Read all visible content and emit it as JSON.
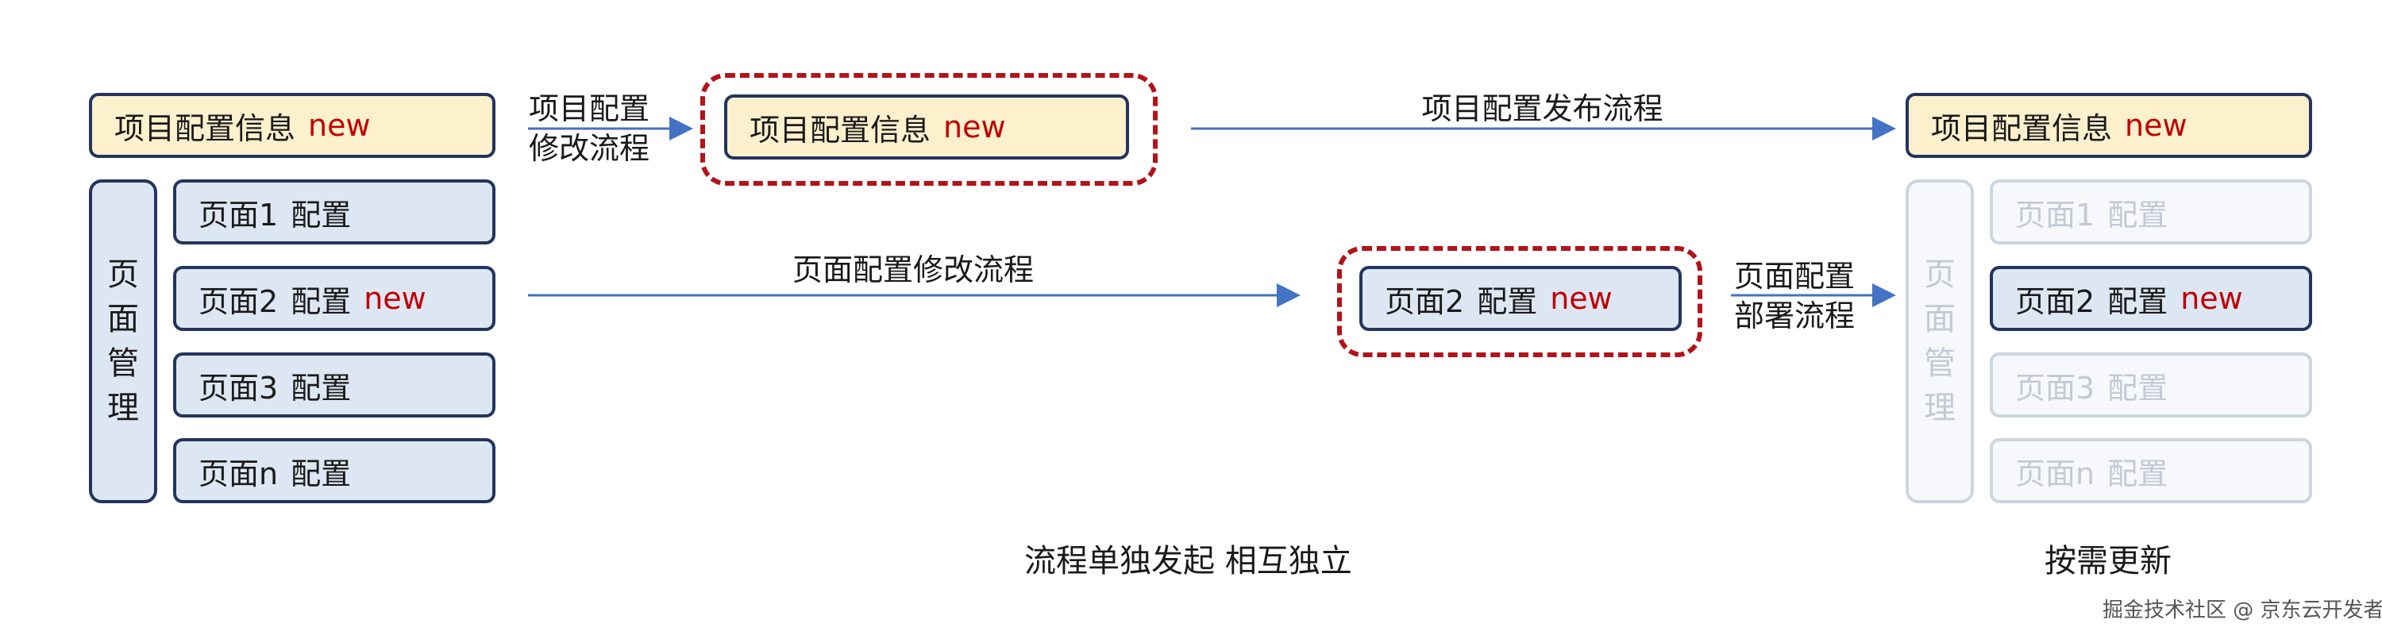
{
  "colors": {
    "border": "#23355e",
    "project_fill": "#fdf0cc",
    "page_fill": "#dde7f3",
    "new_text": "#c00000",
    "dash_border": "#b2131b",
    "arrow": "#4472c4",
    "dim_border": "#cdd5df",
    "dim_text": "#c3cad4"
  },
  "left": {
    "project_box": {
      "label": "项目配置信息",
      "tag": "new"
    },
    "page_mgmt": {
      "chars": [
        "页",
        "面",
        "管",
        "理"
      ]
    },
    "pages": [
      {
        "label": "页面1",
        "suffix": "配置",
        "tag": ""
      },
      {
        "label": "页面2",
        "suffix": "配置",
        "tag": "new"
      },
      {
        "label": "页面3",
        "suffix": "配置",
        "tag": ""
      },
      {
        "label": "页面n",
        "suffix": "配置",
        "tag": ""
      }
    ]
  },
  "middle": {
    "project_edit_label": [
      "项目配置",
      "修改流程"
    ],
    "project_box": {
      "label": "项目配置信息",
      "tag": "new"
    },
    "project_publish_label": "项目配置发布流程",
    "page_edit_label": "页面配置修改流程",
    "page_box": {
      "label": "页面2",
      "suffix": "配置",
      "tag": "new"
    },
    "page_deploy_label": [
      "页面配置",
      "部署流程"
    ]
  },
  "right": {
    "project_box": {
      "label": "项目配置信息",
      "tag": "new"
    },
    "page_mgmt": {
      "chars": [
        "页",
        "面",
        "管",
        "理"
      ]
    },
    "pages": [
      {
        "label": "页面1",
        "suffix": "配置",
        "tag": "",
        "active": false
      },
      {
        "label": "页面2",
        "suffix": "配置",
        "tag": "new",
        "active": true
      },
      {
        "label": "页面3",
        "suffix": "配置",
        "tag": "",
        "active": false
      },
      {
        "label": "页面n",
        "suffix": "配置",
        "tag": "",
        "active": false
      }
    ]
  },
  "captions": {
    "middle": "流程单独发起 相互独立",
    "right": "按需更新"
  },
  "watermark": "掘金技术社区 @ 京东云开发者"
}
